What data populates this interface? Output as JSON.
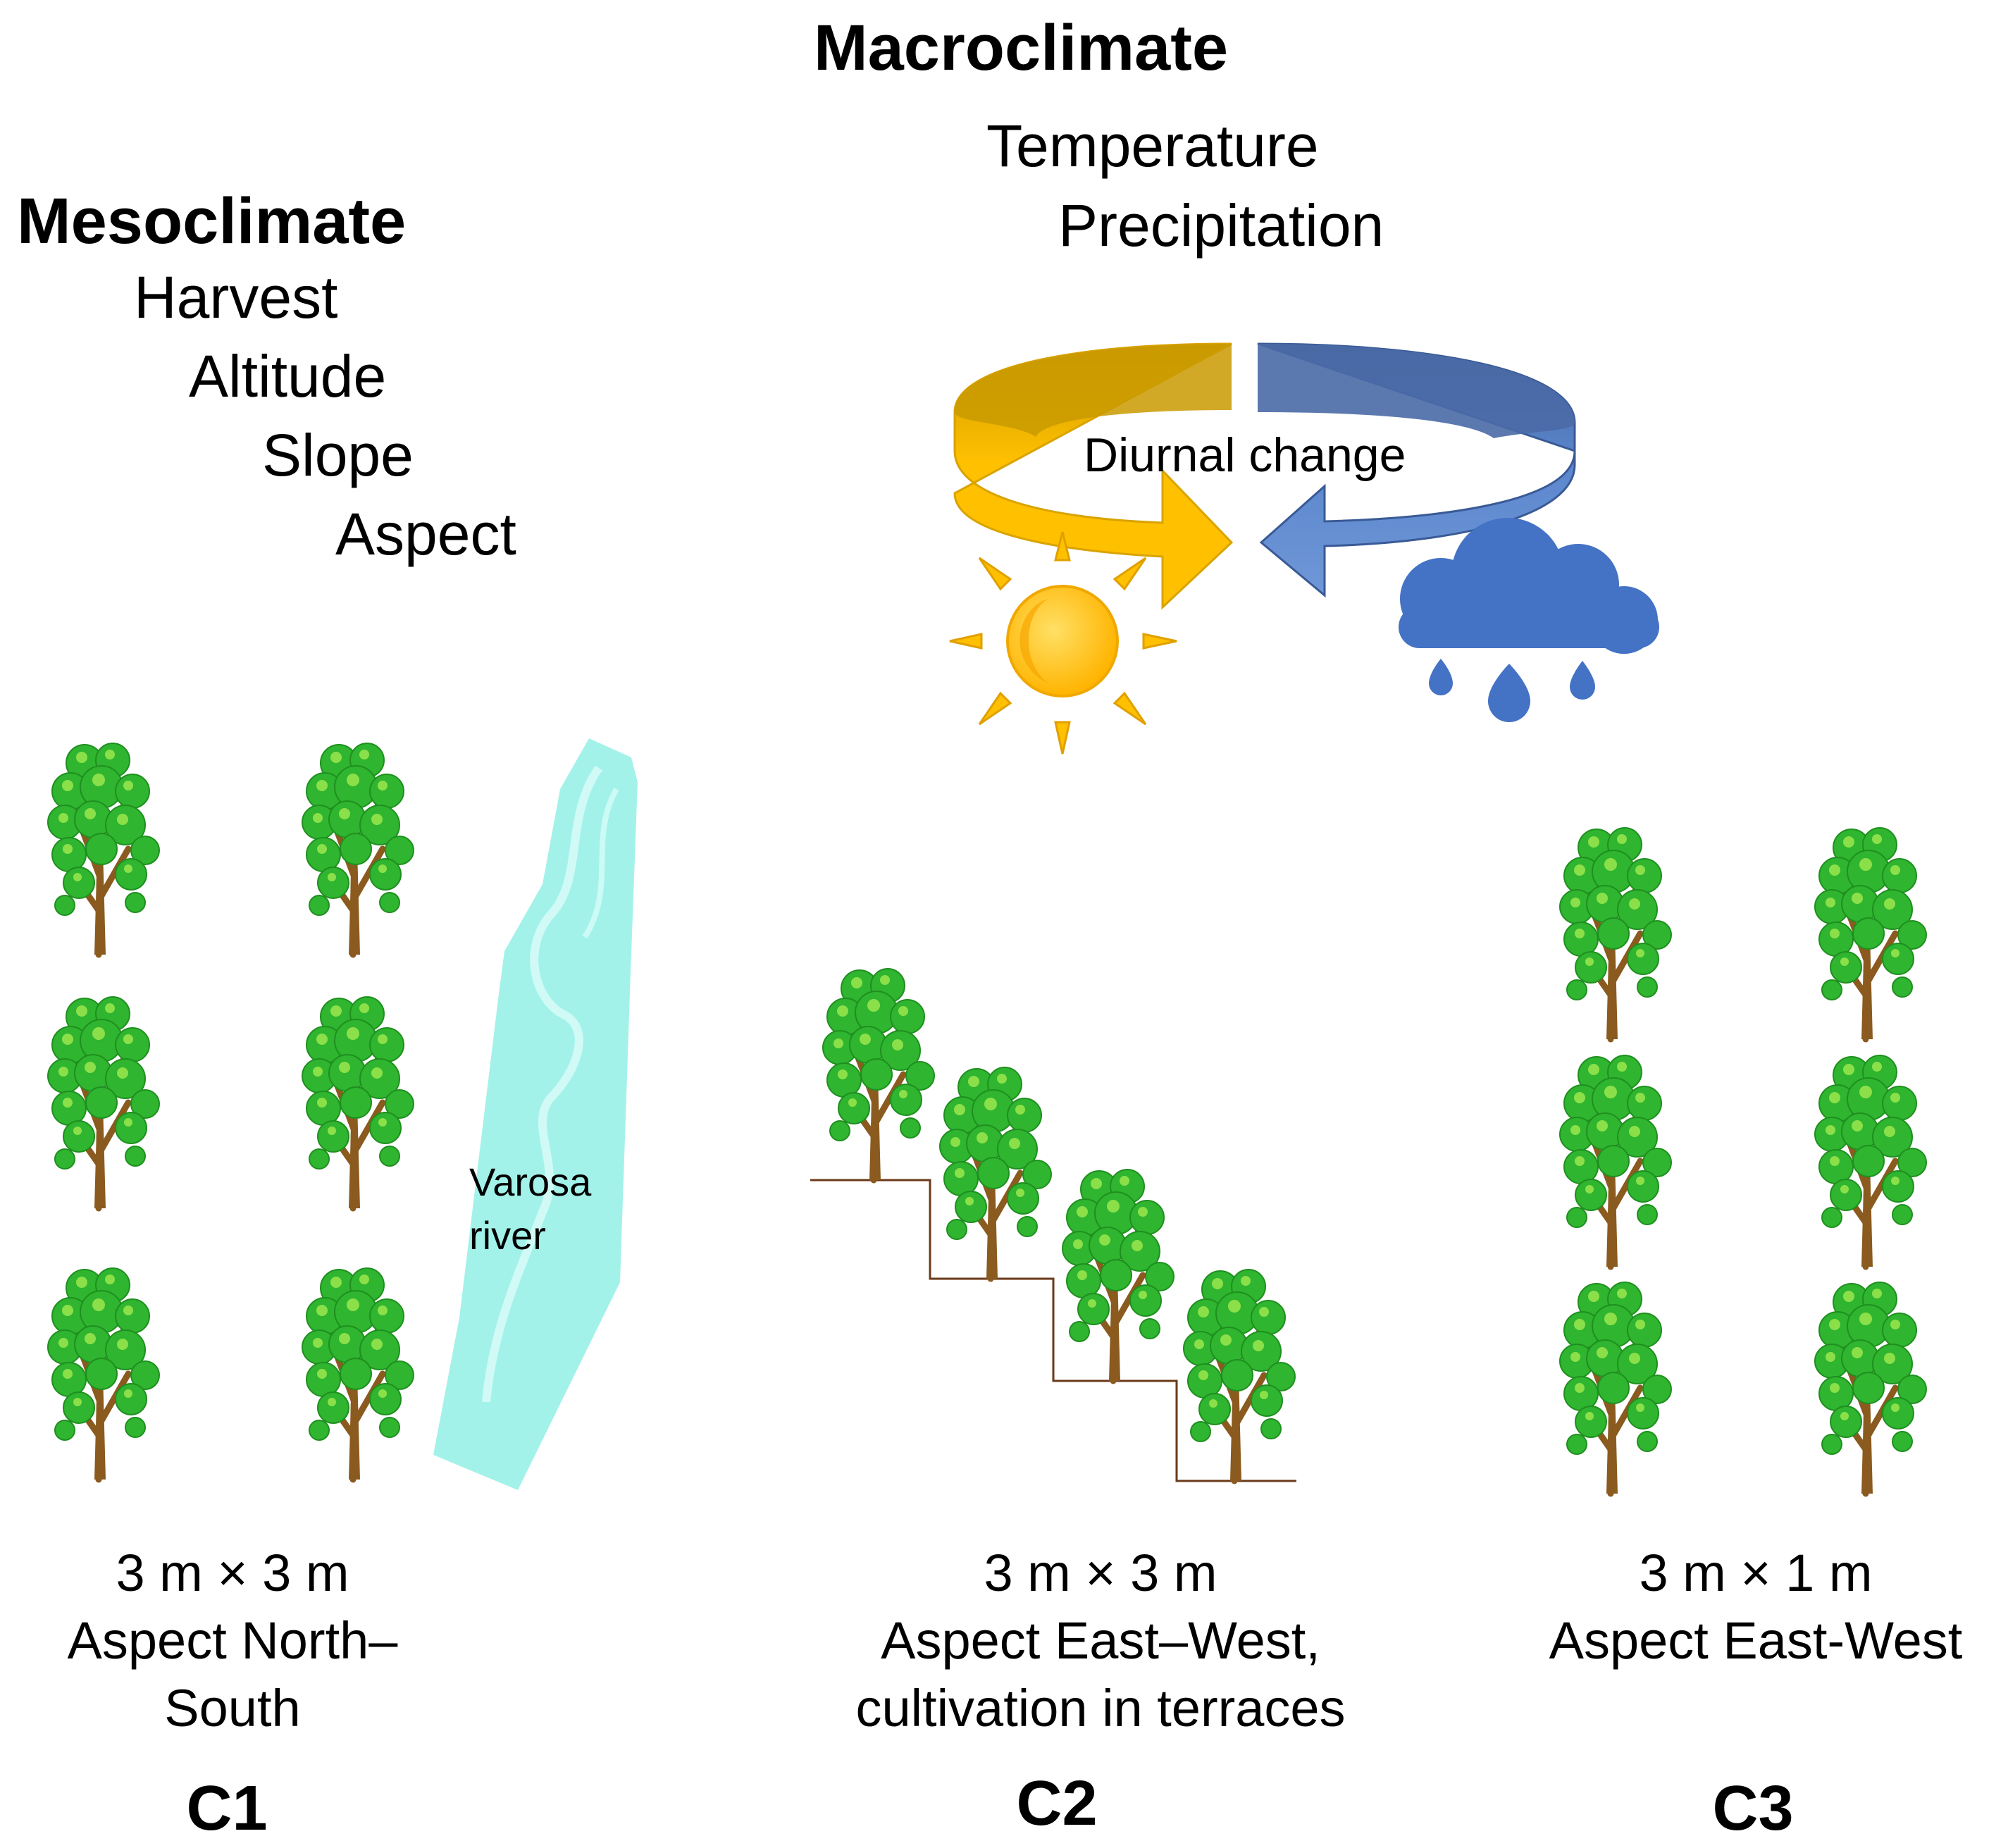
{
  "macroclimate": {
    "title": "Macroclimate",
    "factors": [
      "Temperature",
      "Precipitation"
    ],
    "cycle_label": "Diurnal change",
    "icons": [
      "sun-icon",
      "rain-cloud-icon"
    ],
    "colors": {
      "warm_arrow": "#ffc000",
      "cool_arrow": "#4472c4",
      "cloud": "#4472c4",
      "sun": "#ffc000"
    }
  },
  "mesoclimate": {
    "title": "Mesoclimate",
    "factors": [
      "Harvest",
      "Altitude",
      "Slope",
      "Aspect"
    ]
  },
  "river": {
    "label_lines": [
      "Varosa",
      "river"
    ],
    "color": "#a3f2ea"
  },
  "plots": [
    {
      "id": "C1",
      "spacing": "3 m × 3 m",
      "desc_lines": [
        "Aspect North–",
        "South"
      ],
      "trees": 6
    },
    {
      "id": "C2",
      "spacing": "3 m × 3 m",
      "desc_lines": [
        "Aspect East–West,",
        "cultivation in terraces"
      ],
      "trees": 4
    },
    {
      "id": "C3",
      "spacing": "3 m × 1 m",
      "desc_lines": [
        "Aspect  East-West"
      ],
      "trees": 6
    }
  ],
  "colors": {
    "foliage": "#2fb52f",
    "foliage_light": "#8be04a",
    "trunk": "#8a5a1e",
    "terrace_line": "#6b3a1a"
  }
}
